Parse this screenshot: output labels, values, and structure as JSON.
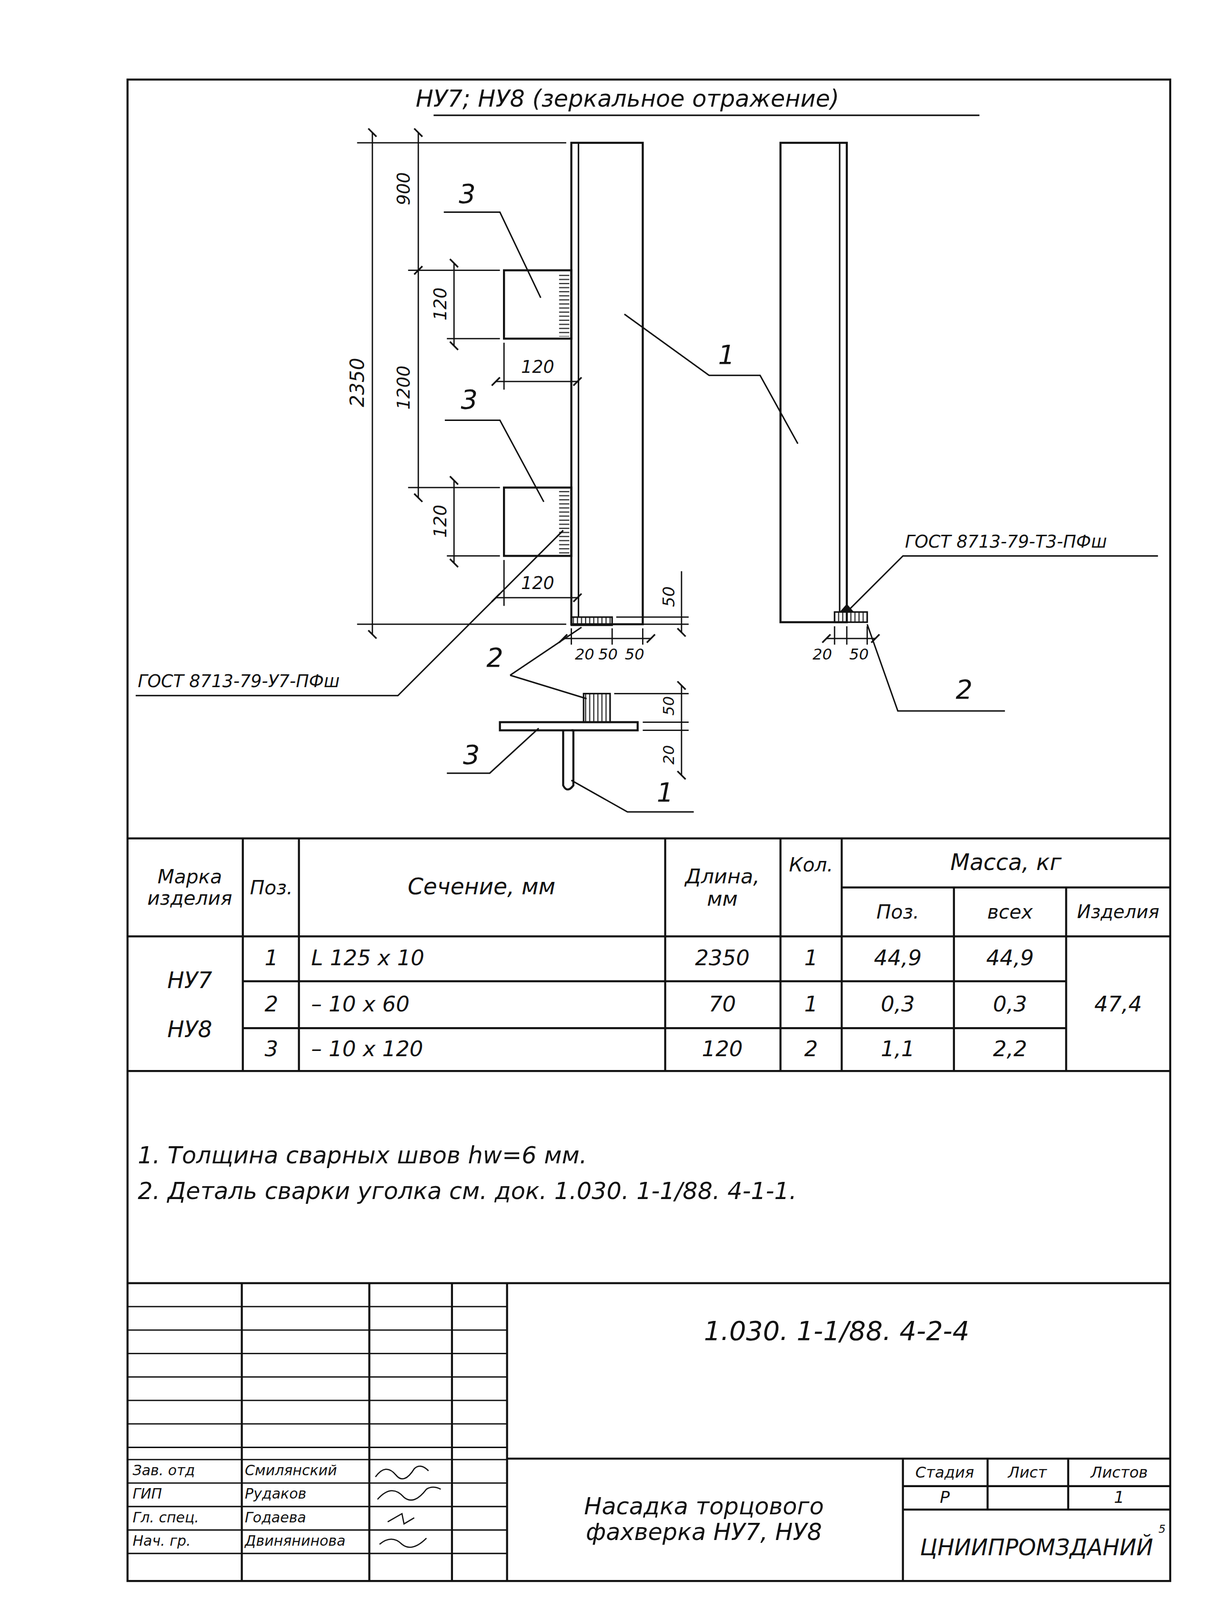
{
  "diagram": {
    "title": "НУ7; НУ8 (зеркальное отражение)",
    "labels": [
      "900",
      "120",
      "1200",
      "2350",
      "120",
      "120",
      "120",
      "50",
      "20",
      "50",
      "50",
      "20",
      "50",
      "50",
      "20",
      "3",
      "3",
      "1",
      "2",
      "2",
      "3",
      "1",
      "ГОСТ 8713-79-У7-ПФш",
      "ГОСТ 8713-79-Т3-ПФш",
      "Марка изделия",
      "Поз.",
      "Сечение, мм",
      "Длина, мм",
      "Кол.",
      "Масса, кг",
      "Поз.",
      "всех",
      "Изделия",
      "НУ7",
      "НУ8",
      "1",
      "L 125 x 10",
      "2350",
      "1",
      "44,9",
      "44,9",
      "47,4",
      "2",
      "– 10 x 60",
      "70",
      "1",
      "0,3",
      "0,3",
      "3",
      "– 10 x 120",
      "120",
      "2",
      "1,1",
      "2,2",
      "1. Толщина сварных швов hw=6 мм.",
      "2. Деталь сварки уголка см. док. 1.030. 1-1/88. 4-1-1.",
      "1.030. 1-1/88. 4-2-4",
      "Зав. отд",
      "Смилянский",
      "ГИП",
      "Рудаков",
      "Гл. спец.",
      "Годаева",
      "Нач. гр.",
      "Двинянинова",
      "Насадка торцового фахверка НУ7, НУ8",
      "Стадия",
      "Лист",
      "Листов",
      "Р",
      "1",
      "ЦНИИПРОМЗДАНИЙ",
      "5"
    ]
  }
}
